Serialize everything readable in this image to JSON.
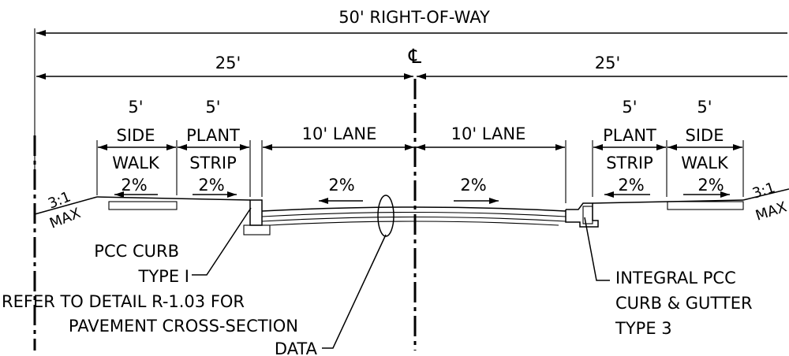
{
  "row": {
    "width": "50' RIGHT-OF-WAY",
    "centerline_symbol": "℄",
    "half_left": "25'",
    "half_right": "25'"
  },
  "left": {
    "sidewalk": {
      "width": "5'",
      "line1": "SIDE",
      "line2": "WALK",
      "slope": "2%"
    },
    "plant_strip": {
      "width": "5'",
      "line1": "PLANT",
      "line2": "STRIP",
      "slope": "2%"
    },
    "lane": {
      "label": "10' LANE",
      "slope": "2%"
    },
    "side_slope": {
      "ratio": "3:1",
      "max": "MAX"
    }
  },
  "right": {
    "lane": {
      "label": "10' LANE",
      "slope": "2%"
    },
    "plant_strip": {
      "width": "5'",
      "line1": "PLANT",
      "line2": "STRIP",
      "slope": "2%"
    },
    "sidewalk": {
      "width": "5'",
      "line1": "SIDE",
      "line2": "WALK",
      "slope": "2%"
    },
    "side_slope": {
      "ratio": "3:1",
      "max": "MAX"
    }
  },
  "notes": {
    "pcc_curb": {
      "line1": "PCC CURB",
      "line2": "TYPE I"
    },
    "refer": {
      "line1": "REFER TO DETAIL R-1.03 FOR",
      "line2": "PAVEMENT CROSS-SECTION",
      "line3": "DATA"
    },
    "integral": {
      "line1": "INTEGRAL PCC",
      "line2": "CURB & GUTTER",
      "line3": "TYPE 3"
    }
  }
}
